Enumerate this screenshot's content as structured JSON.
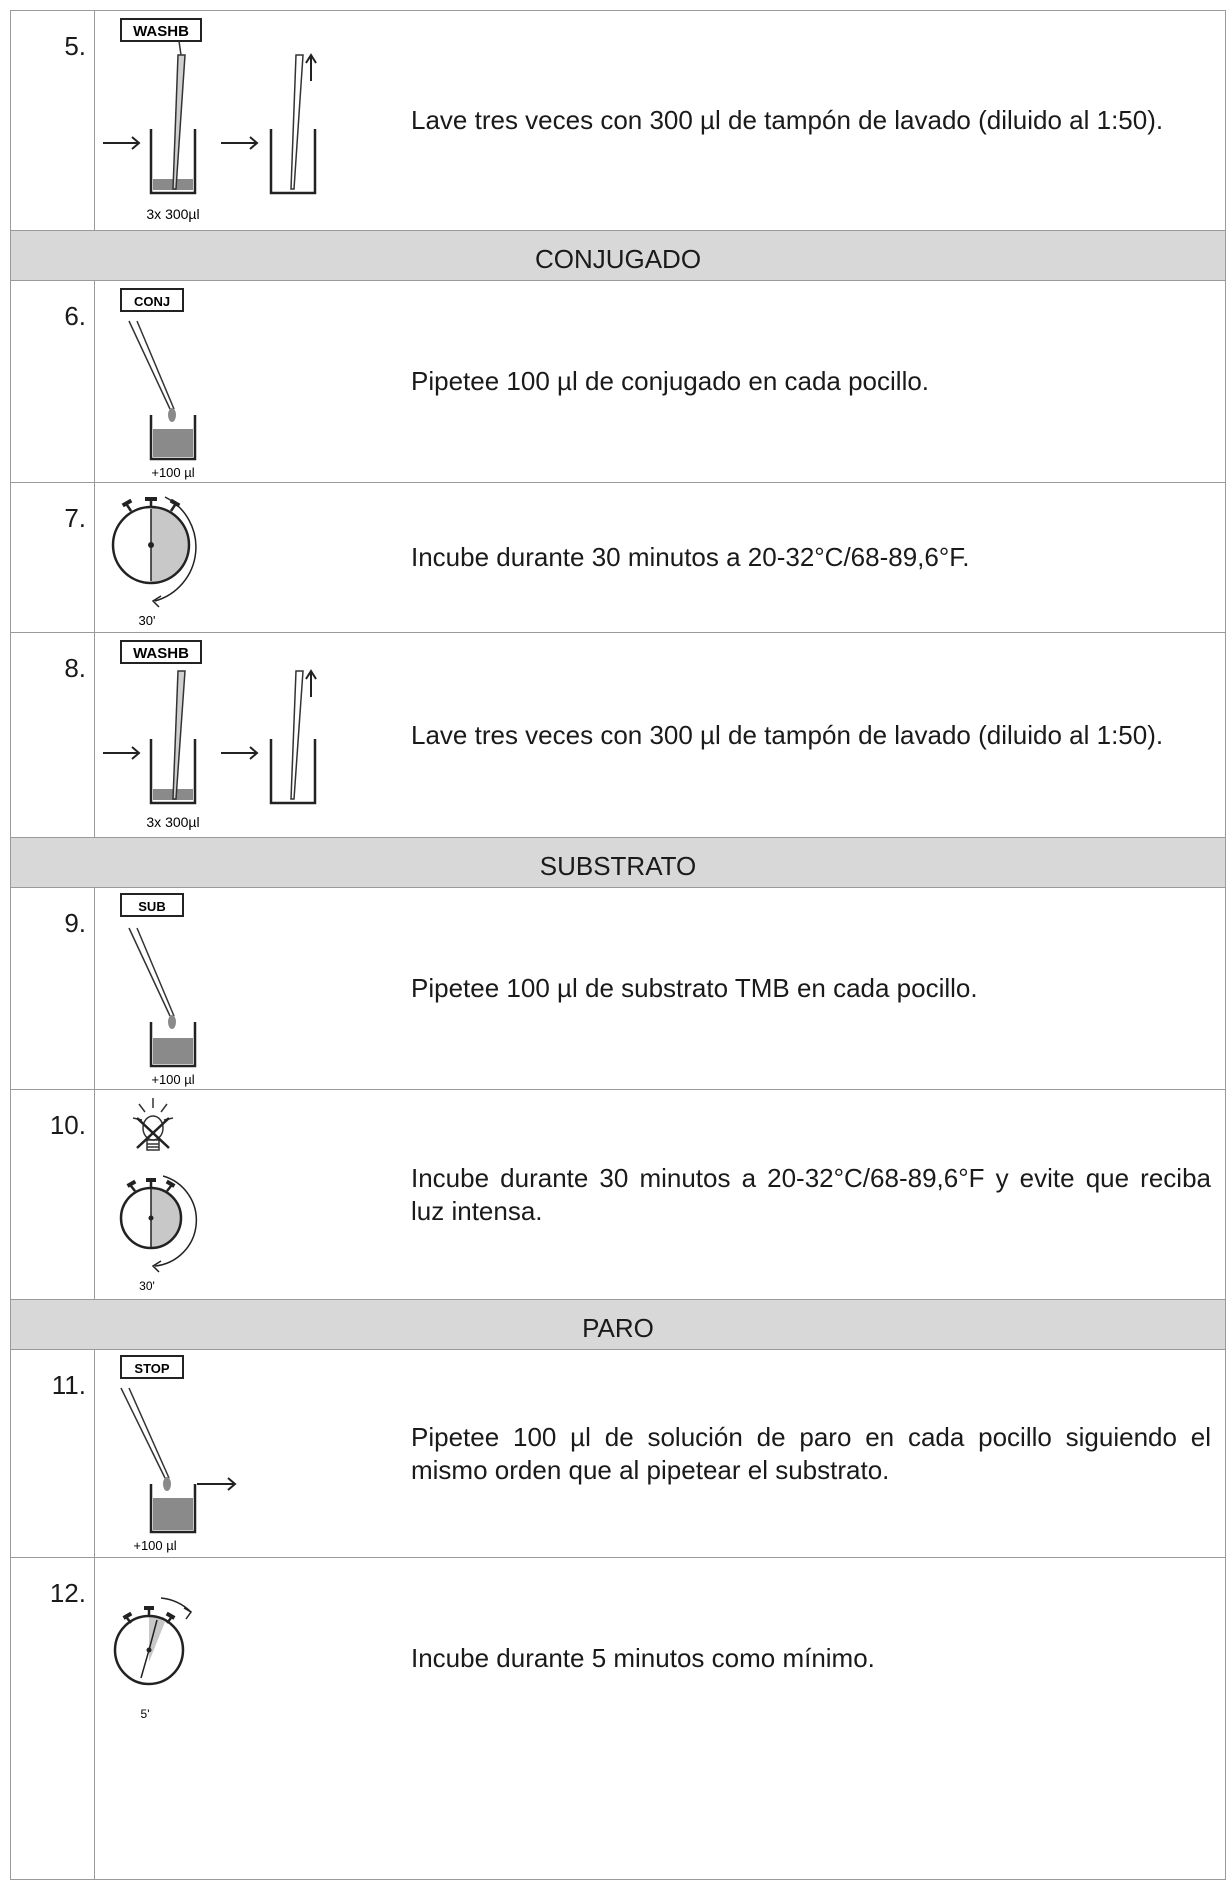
{
  "sections": {
    "conjugado": "CONJUGADO",
    "substrato": "SUBSTRATO",
    "paro": "PARO"
  },
  "steps": [
    {
      "number": "5.",
      "reagent": "WASHB",
      "volume": "3x 300µl",
      "text": "Lave tres veces con 300 µl de tampón de lavado (diluido al 1:50)."
    },
    {
      "number": "6.",
      "reagent": "CONJ",
      "volume": "+100 µl",
      "text": "Pipetee 100 µl de conjugado en cada pocillo."
    },
    {
      "number": "7.",
      "time": "30'",
      "text": "Incube durante 30 minutos a 20-32°C/68-89,6°F."
    },
    {
      "number": "8.",
      "reagent": "WASHB",
      "volume": "3x 300µl",
      "text": "Lave tres veces con 300 µl de tampón de lavado (diluido al 1:50)."
    },
    {
      "number": "9.",
      "reagent": "SUB",
      "volume": "+100 µl",
      "text": "Pipetee 100 µl de substrato TMB en cada pocillo."
    },
    {
      "number": "10.",
      "time": "30'",
      "text": "Incube durante 30 minutos a 20-32°C/68-89,6°F y evite que reciba luz intensa."
    },
    {
      "number": "11.",
      "reagent": "STOP",
      "volume": "+100 µl",
      "text": "Pipetee 100 µl de solución de paro en cada pocillo siguiendo el mismo orden que al pipetear el substrato."
    },
    {
      "number": "12.",
      "time": "5'",
      "text": "Incube durante 5 minutos como mínimo."
    }
  ],
  "icons": {
    "pipette": "pipette-icon",
    "well": "well-icon",
    "timer": "stopwatch-icon",
    "no_light": "no-light-icon",
    "arrow": "arrow-icon"
  },
  "colors": {
    "section_bg": "#d8d8d8",
    "border": "#9a9a9a",
    "liquid": "#8a8a8a",
    "timer_fill": "#c8c8c8"
  }
}
